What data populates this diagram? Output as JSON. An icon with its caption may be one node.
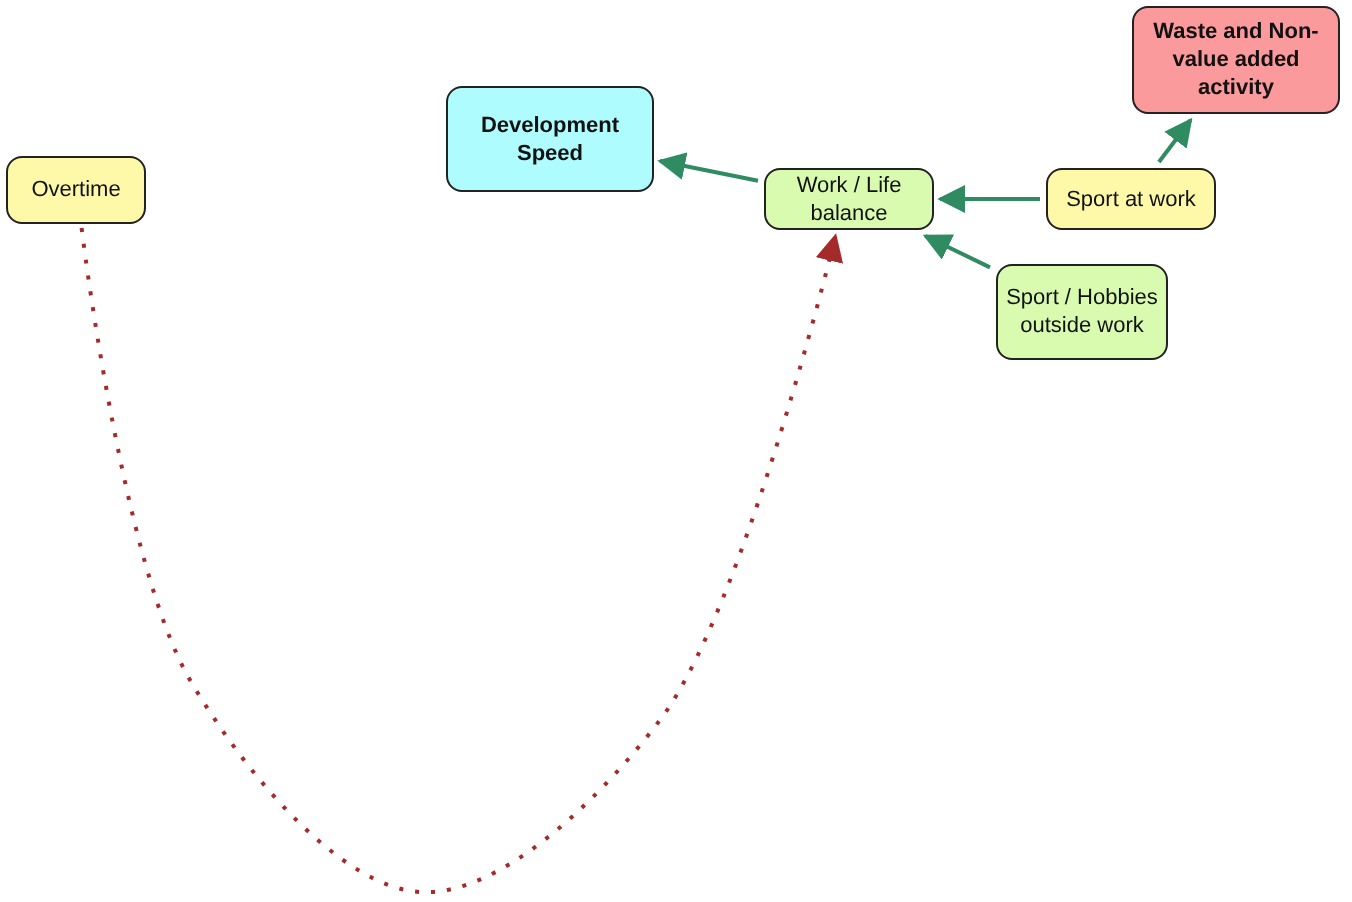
{
  "diagram": {
    "nodes": [
      {
        "text": [
          "Waste and Non-value added activity"
        ]
      },
      {
        "text": [
          "Development Speed"
        ]
      },
      {
        "text": [
          "Overtime"
        ]
      },
      {
        "text": [
          "Work / Life balance"
        ]
      },
      {
        "text": [
          "Sport at work"
        ]
      },
      {
        "text": [
          "Sport / Hobbies outside work"
        ]
      }
    ],
    "edges": [
      {
        "from": 3,
        "to": 1,
        "arrow": "to"
      },
      {
        "from": 4,
        "to": 3,
        "arrow": "to"
      },
      {
        "from": 4,
        "to": 0,
        "arrow": "to"
      },
      {
        "from": 5,
        "to": 3,
        "arrow": "to"
      },
      {
        "from": 2,
        "to": 3,
        "arrow": "to",
        "style": "dashed",
        "color": "#a52a2a"
      }
    ]
  }
}
